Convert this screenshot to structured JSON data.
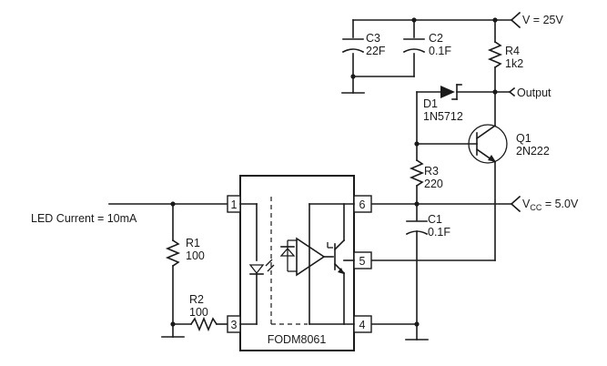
{
  "labels": {
    "led_current": "LED Current = 10mA",
    "v_supply": "V = 25V",
    "vcc_prefix": "V",
    "vcc_sub": "CC",
    "vcc_suffix": " = 5.0V",
    "output": "Output",
    "chip": "FODM8061"
  },
  "components": {
    "r1": {
      "ref": "R1",
      "value": "100"
    },
    "r2": {
      "ref": "R2",
      "value": "100"
    },
    "r3": {
      "ref": "R3",
      "value": "220"
    },
    "r4": {
      "ref": "R4",
      "value": "1k2"
    },
    "c1": {
      "ref": "C1",
      "value": "0.1F"
    },
    "c2": {
      "ref": "C2",
      "value": "0.1F"
    },
    "c3": {
      "ref": "C3",
      "value": "22F"
    },
    "d1": {
      "ref": "D1",
      "value": "1N5712"
    },
    "q1": {
      "ref": "Q1",
      "value": "2N222"
    }
  },
  "pins": {
    "p1": "1",
    "p3": "3",
    "p4": "4",
    "p5": "5",
    "p6": "6"
  }
}
